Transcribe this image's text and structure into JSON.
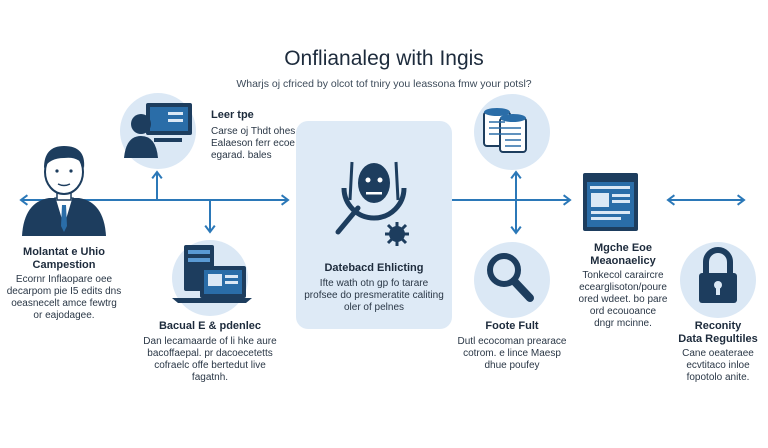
{
  "title": "Onflianaleg with Ingis",
  "subtitle": "Wharjs oj cfriced by olcot tof tniry you leassona fmw your potsl?",
  "colors": {
    "primary": "#2a6da8",
    "dark": "#1d3d5e",
    "light_circle": "#dbe8f5",
    "panel": "#deeaf6",
    "arrow": "#2b78b8"
  },
  "nodes": {
    "user_type": {
      "icon": "person-at-desk-icon",
      "heading": "Leer tpe",
      "text": [
        "Carse oj Thdt ohes",
        "Ealaeson ferr ecoe",
        "egarad. bales"
      ]
    },
    "molantate": {
      "icon": "businessman-portrait-icon",
      "heading": [
        "Molantat e Uhio",
        "Campestion"
      ],
      "text": [
        "Ecornr Inflaopare oee",
        "decarpom pie I5 edits dns",
        "oeasnecelt amce fewtrg",
        "or eajodagee."
      ]
    },
    "bacual": {
      "icon": "laptop-monitor-icon",
      "heading": "Bacual E & pdenlec",
      "text": [
        "Dan lecamaarde of li hke aure",
        "bacoffaepal. pr dacoecetetts",
        "cofraelc offe bertedut live",
        "fagatnh."
      ]
    },
    "database": {
      "icon": "face-analysis-icon",
      "heading": "Datebacd Ehlicting",
      "text": [
        "Ifte wath otn gp fo tarare",
        "profsee do presmeratite caliting",
        "oler of pelnes"
      ]
    },
    "files": {
      "icon": "document-stack-icon"
    },
    "foote": {
      "icon": "magnifier-icon",
      "heading": "Foote Fult",
      "text": [
        "Dutl ecocoman prearace",
        "cotrom. e lince Maesp",
        "dhue poufey"
      ]
    },
    "mgche": {
      "icon": "browser-window-icon",
      "heading": [
        "Mgche Eoe",
        "Meaonaelicy"
      ],
      "text": [
        "Tonkecol caraircre",
        "ecearglisoton/poure",
        "ored wdeet. bo pare",
        "ord ecouoance",
        "dngr mcinne."
      ]
    },
    "security": {
      "icon": "padlock-icon",
      "heading": [
        "Reconity",
        "Data Regultiles"
      ],
      "text": [
        "Cane oeateraee",
        "ecvtitaco inloe",
        "fopotolo anite."
      ]
    }
  }
}
